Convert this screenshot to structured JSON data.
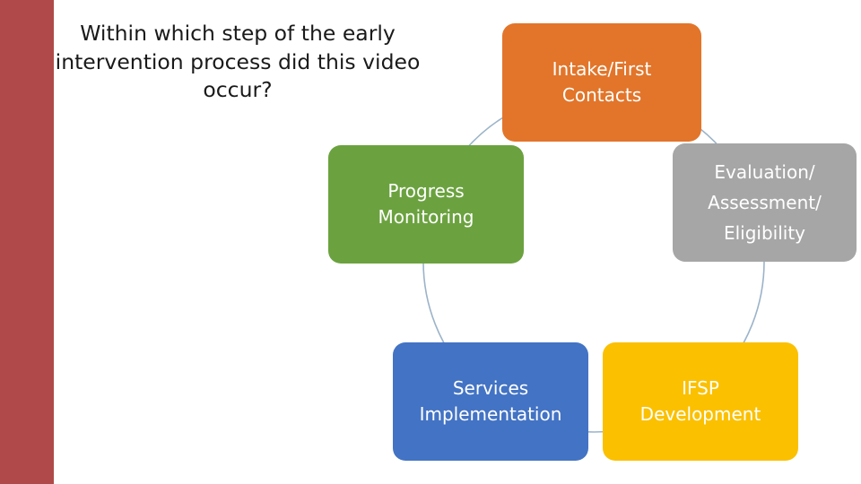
{
  "slide": {
    "question": "Within which step of the early intervention process did this video occur?",
    "accent_bar_color": "#b04a4a",
    "background_color": "#ffffff"
  },
  "diagram": {
    "type": "cycle",
    "ring_color": "#9bb3c9",
    "nodes": [
      {
        "id": "intake",
        "label": "Intake/First\nContacts",
        "color": "#e2752a",
        "text_color": "#ffffff"
      },
      {
        "id": "evaluation",
        "label": "Evaluation/\nAssessment/\nEligibility",
        "color": "#a6a6a6",
        "text_color": "#ffffff"
      },
      {
        "id": "ifsp",
        "label": "IFSP\nDevelopment",
        "color": "#fbc000",
        "text_color": "#ffffff"
      },
      {
        "id": "services",
        "label": "Services\nImplementation",
        "color": "#4373c4",
        "text_color": "#ffffff"
      },
      {
        "id": "progress",
        "label": "Progress\nMonitoring",
        "color": "#6ba23f",
        "text_color": "#ffffff"
      }
    ]
  }
}
